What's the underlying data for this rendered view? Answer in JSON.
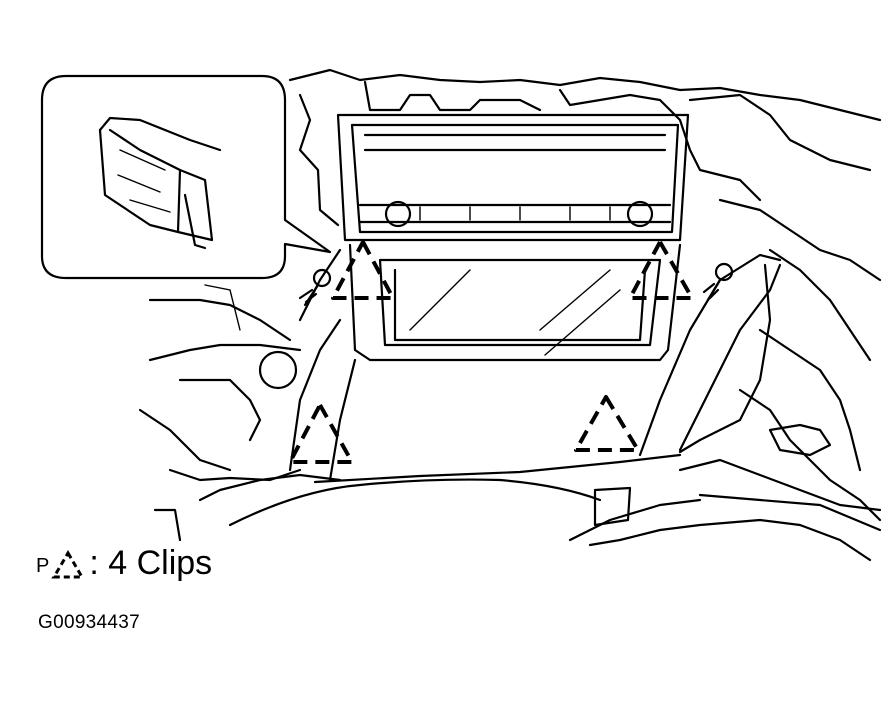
{
  "legend": {
    "prefix": "P",
    "symbol": "dashed-triangle-clip-icon",
    "text": ": 4 Clips"
  },
  "figure_id": "G00934437",
  "clips": {
    "count": 4,
    "symbol": "dashed-triangle-clip-icon"
  },
  "fasteners": {
    "screws_shown": 2
  },
  "colors": {
    "line": "#000000",
    "background": "#ffffff"
  }
}
